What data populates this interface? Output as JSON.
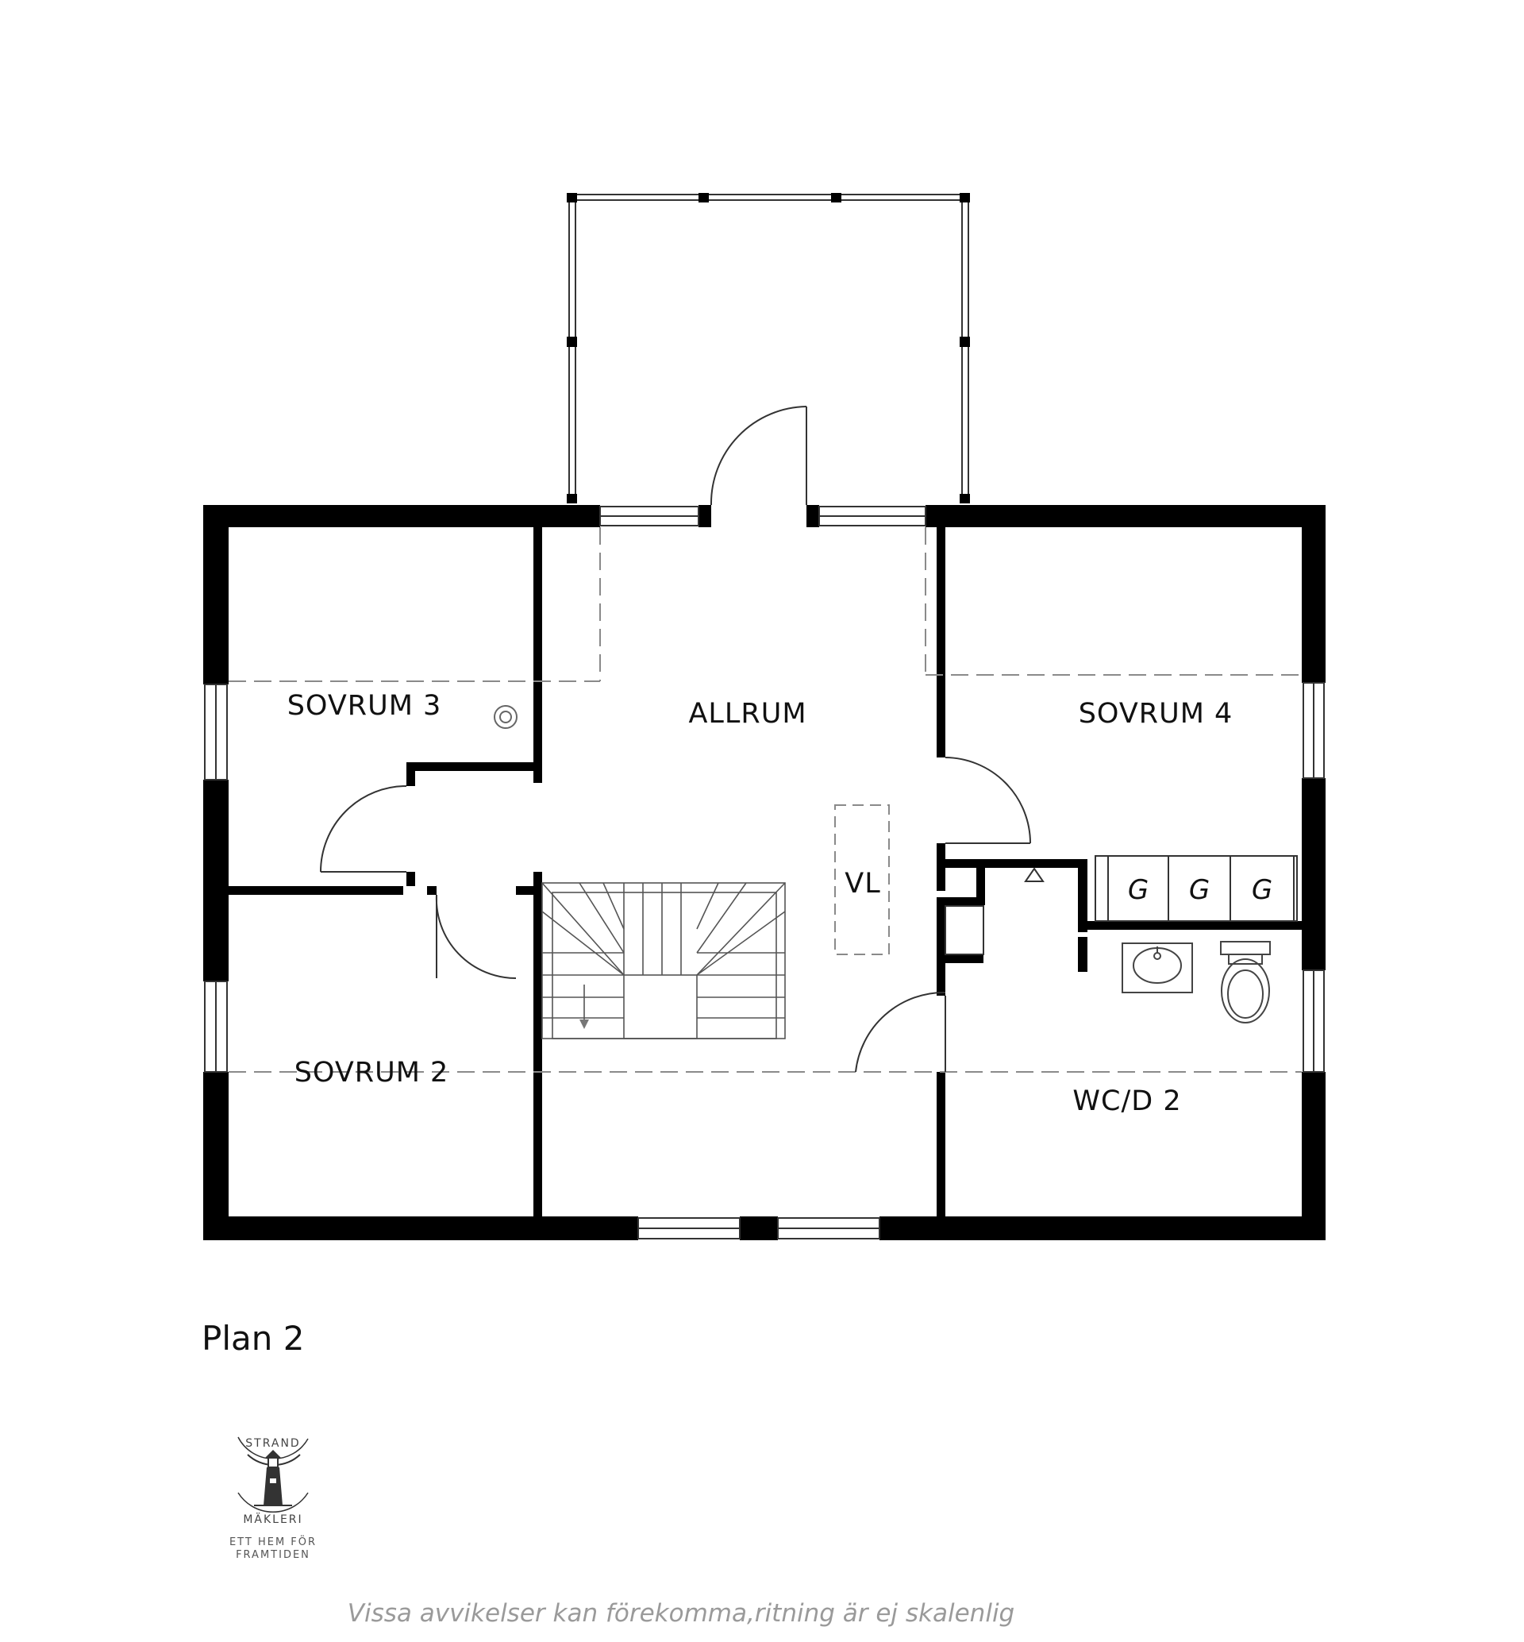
{
  "plan": {
    "title": "Plan 2",
    "rooms": [
      {
        "key": "sovrum3",
        "label": "SOVRUM 3"
      },
      {
        "key": "allrum",
        "label": "ALLRUM"
      },
      {
        "key": "sovrum4",
        "label": "SOVRUM 4"
      },
      {
        "key": "vl",
        "label": "VL"
      },
      {
        "key": "sovrum2",
        "label": "SOVRUM 2"
      },
      {
        "key": "wcd2",
        "label": "WC/D 2"
      }
    ],
    "closets": [
      "G",
      "G",
      "G"
    ]
  },
  "logo": {
    "top": "STRAND",
    "bottom": "MÄKLERI",
    "tagline_1": "ETT HEM FÖR",
    "tagline_2": "FRAMTIDEN"
  },
  "disclaimer": "Vissa avvikelser kan förekomma,ritning är ej skalenlig",
  "colors": {
    "wall": "#000000",
    "line": "#333333",
    "dash": "#8a8a8a",
    "disclaimer": "#9a9a9a"
  }
}
